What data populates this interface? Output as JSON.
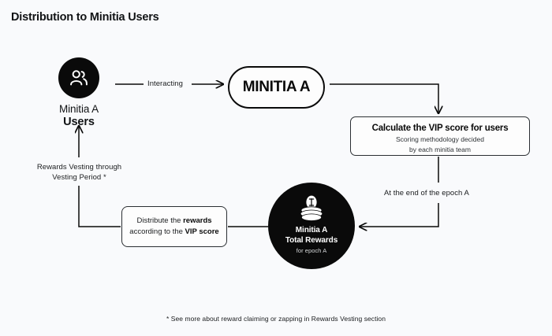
{
  "page": {
    "title": "Distribution to Minitia Users",
    "background_color": "#f9fafc",
    "ink_color": "#0a0a0a"
  },
  "nodes": {
    "users": {
      "icon": "users-icon",
      "caption_line1": "Minitia A",
      "caption_line2": "Users"
    },
    "minitia": {
      "label": "MINITIA A"
    },
    "vip": {
      "heading": "Calculate the VIP score for users",
      "sub_line1": "Scoring methodology decided",
      "sub_line2": "by each minitia team"
    },
    "distribute": {
      "line1_prefix": "Distribute the ",
      "line1_strong": "rewards",
      "line2_prefix": "according to the ",
      "line2_strong": "VIP score"
    },
    "rewards": {
      "icon": "coin-stack-icon",
      "line1": "Minitia A",
      "line2": "Total Rewards",
      "line3": "for epoch A"
    }
  },
  "edges": {
    "interacting": "Interacting",
    "epoch_end": "At the end of the epoch A",
    "vesting_line1": "Rewards Vesting through",
    "vesting_line2": "Vesting Period *"
  },
  "footnote": {
    "text": "* See more about reward claiming or zapping in Rewards Vesting section"
  }
}
